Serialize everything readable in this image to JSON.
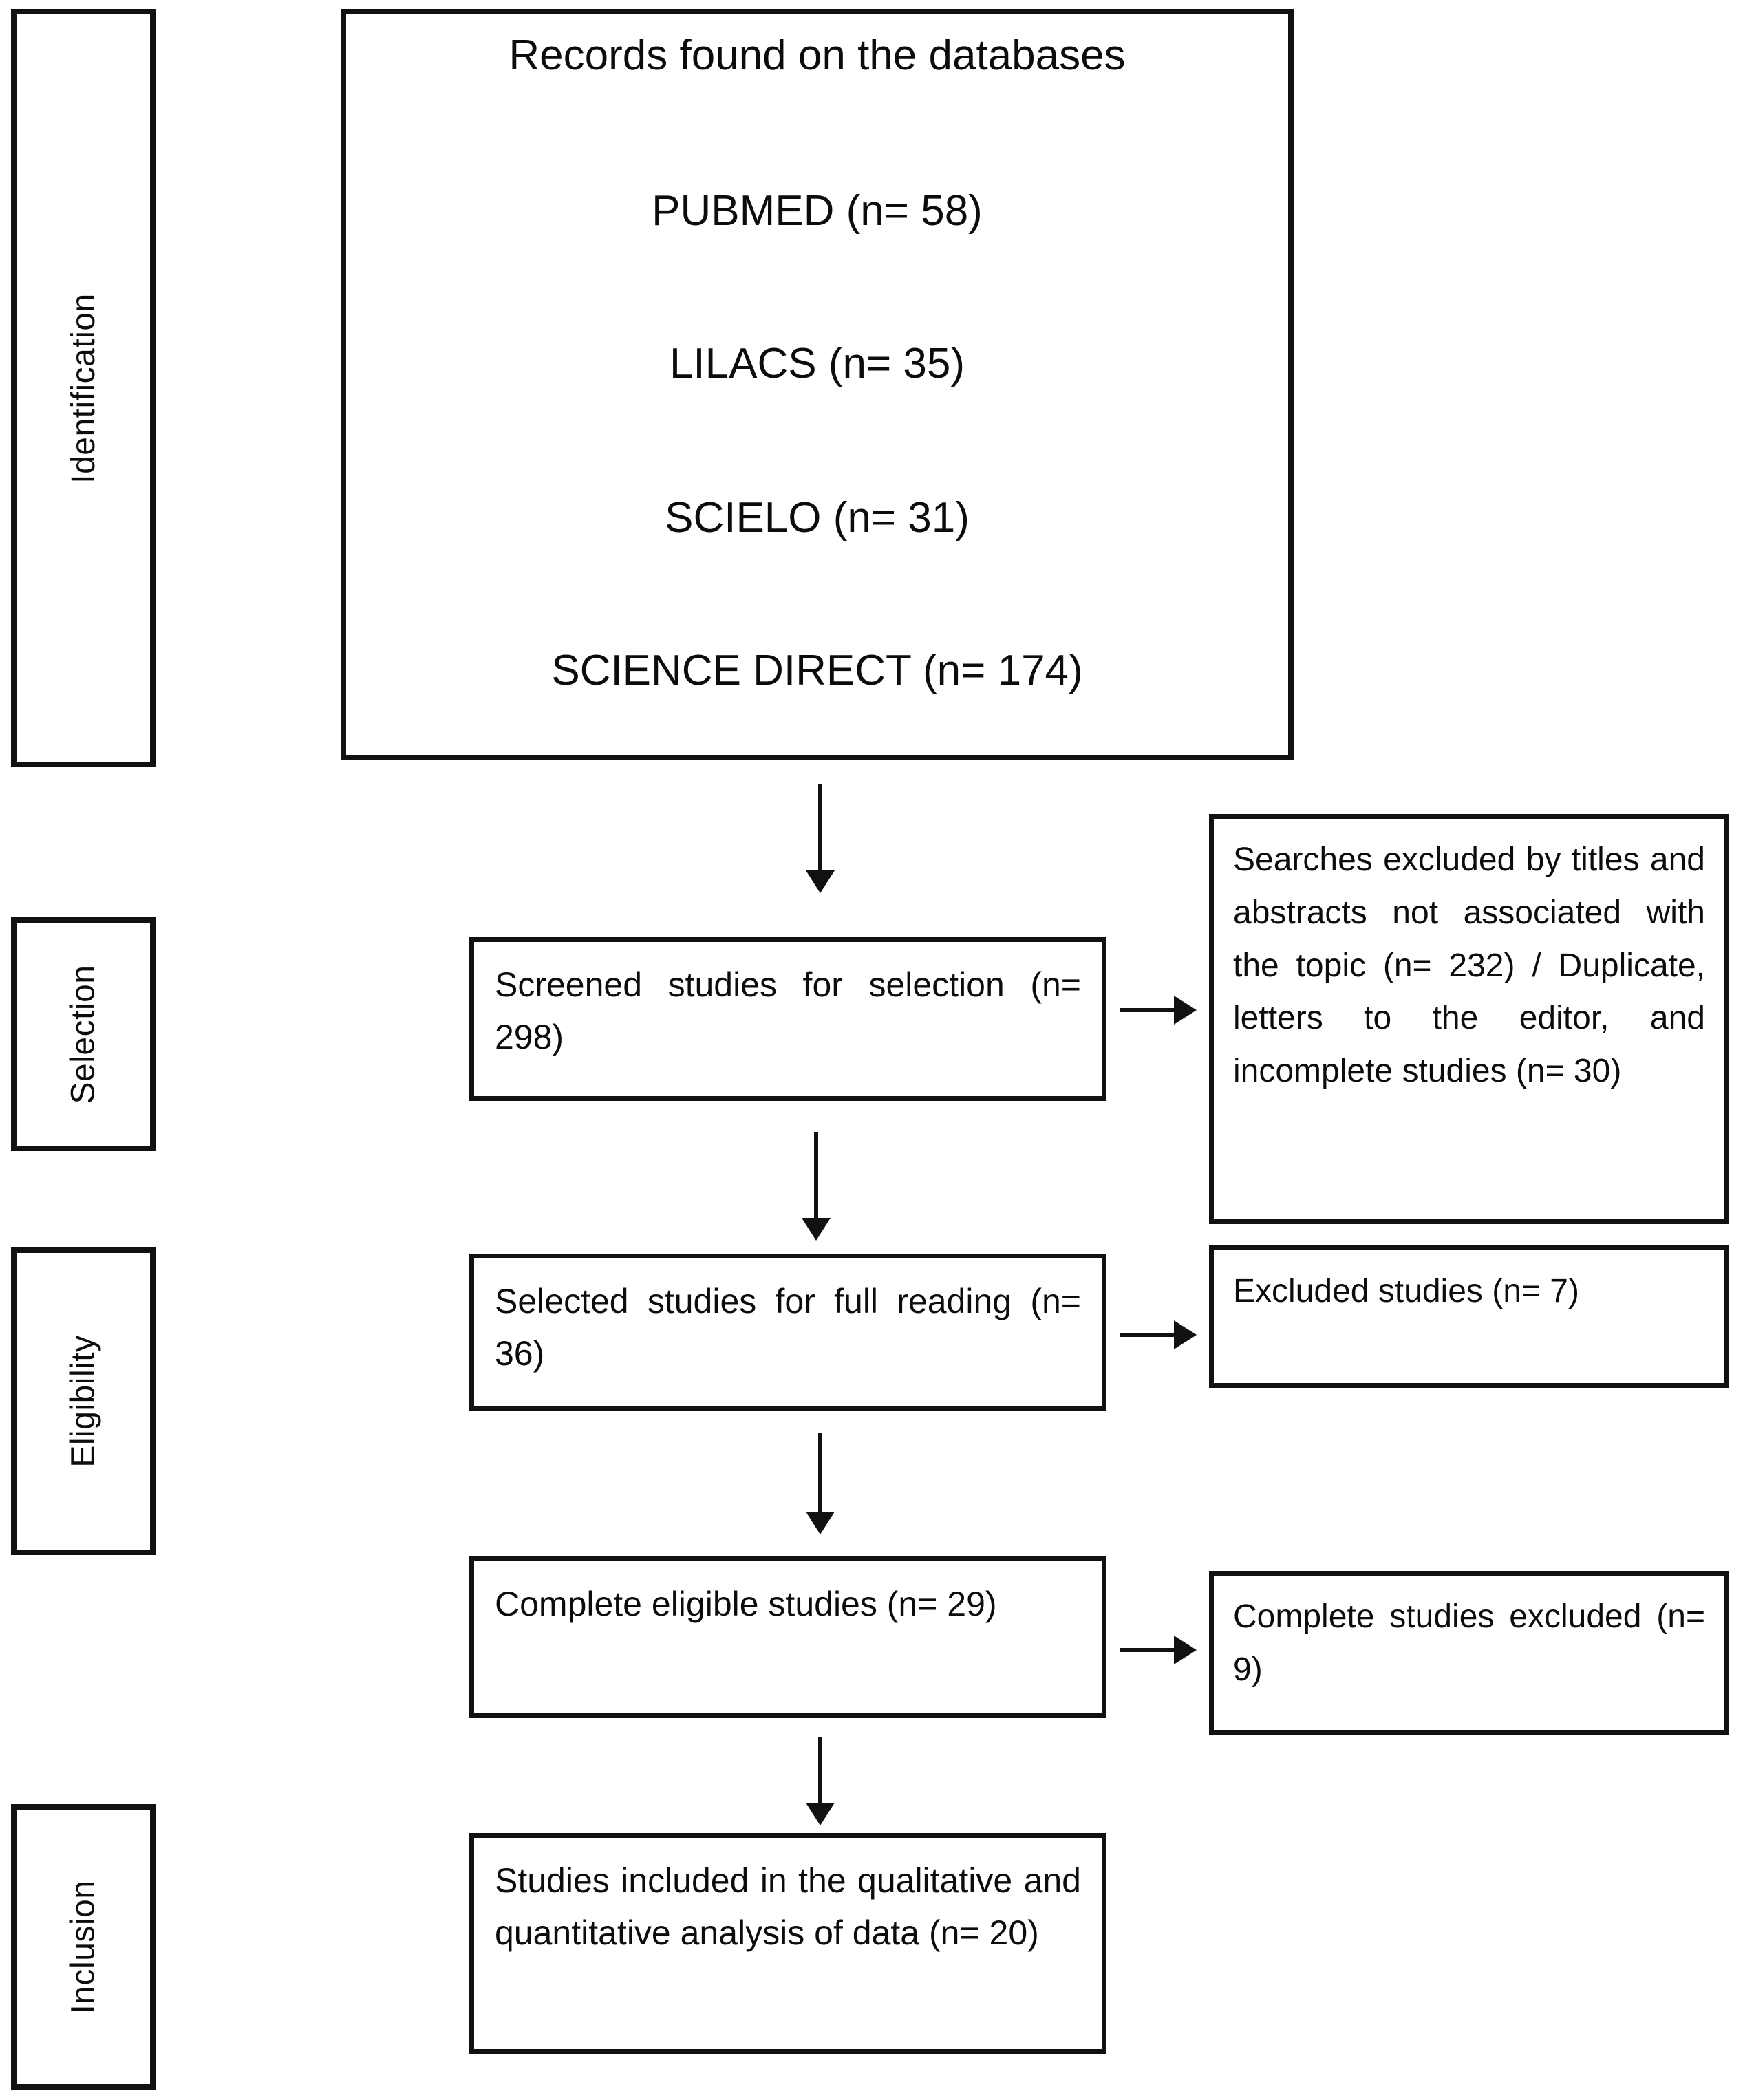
{
  "figure": {
    "kind": "prisma-flow-diagram",
    "colors": {
      "border": "#111111",
      "background": "#ffffff",
      "text": "#0c0c0c"
    },
    "stage_labels": {
      "identification": "Identification",
      "selection": "Selection",
      "eligibility": "Eligibility",
      "inclusion": "Inclusion"
    },
    "records_box": {
      "title": "Records found on the databases",
      "lines": [
        "PUBMED (n= 58)",
        "LILACS (n= 35)",
        "SCIELO (n= 31)",
        "SCIENCE DIRECT (n= 174)"
      ]
    },
    "flow_boxes": {
      "screened": "Screened studies for selection (n= 298)",
      "selected": "Selected studies for full reading (n= 36)",
      "eligible": "Complete eligible studies (n= 29)",
      "included": "Studies included in the qualitative and quantitative analysis of data (n= 20)"
    },
    "exclusion_boxes": {
      "titles_abstracts": "Searches excluded by titles and abstracts not associated with the topic (n= 232) / Duplicate, letters to the editor, and incomplete studies (n= 30)",
      "full_reading": "Excluded studies (n= 7)",
      "complete": "Complete studies excluded (n= 9)"
    },
    "counts": {
      "pubmed": 58,
      "lilacs": 35,
      "scielo": 31,
      "science_direct": 174,
      "screened_for_selection": 298,
      "excluded_titles_abstracts": 232,
      "excluded_duplicates_letters_incomplete": 30,
      "selected_full_reading": 36,
      "excluded_full_reading": 7,
      "complete_eligible": 29,
      "complete_excluded": 9,
      "included_final": 20
    }
  }
}
